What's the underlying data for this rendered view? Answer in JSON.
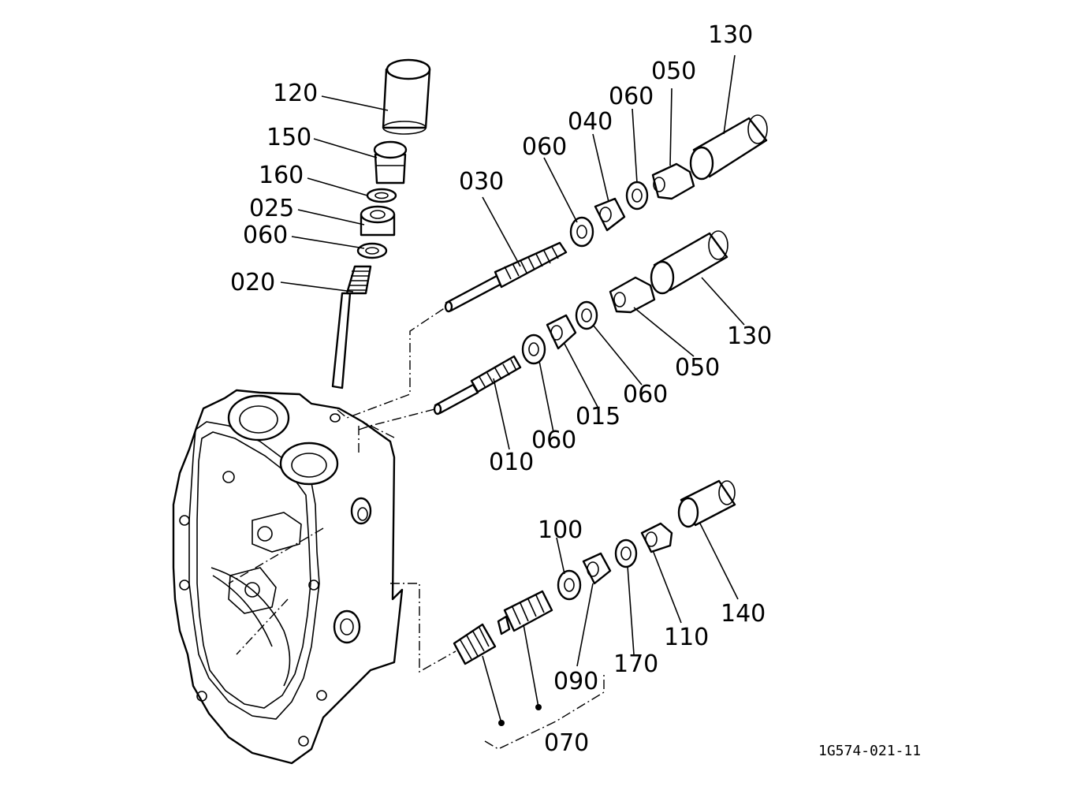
{
  "labels": {
    "l120": "120",
    "l150": "150",
    "l160": "160",
    "l025": "025",
    "l060a": "060",
    "l020": "020",
    "l030": "030",
    "l060b": "060",
    "l040": "040",
    "l060c": "060",
    "l050a": "050",
    "l130a": "130",
    "l130b": "130",
    "l050b": "050",
    "l060d": "060",
    "l015": "015",
    "l060e": "060",
    "l010": "010",
    "l100": "100",
    "l090": "090",
    "l170": "170",
    "l110": "110",
    "l140": "140",
    "l070": "070"
  },
  "drawing_code": "1G574-021-11"
}
